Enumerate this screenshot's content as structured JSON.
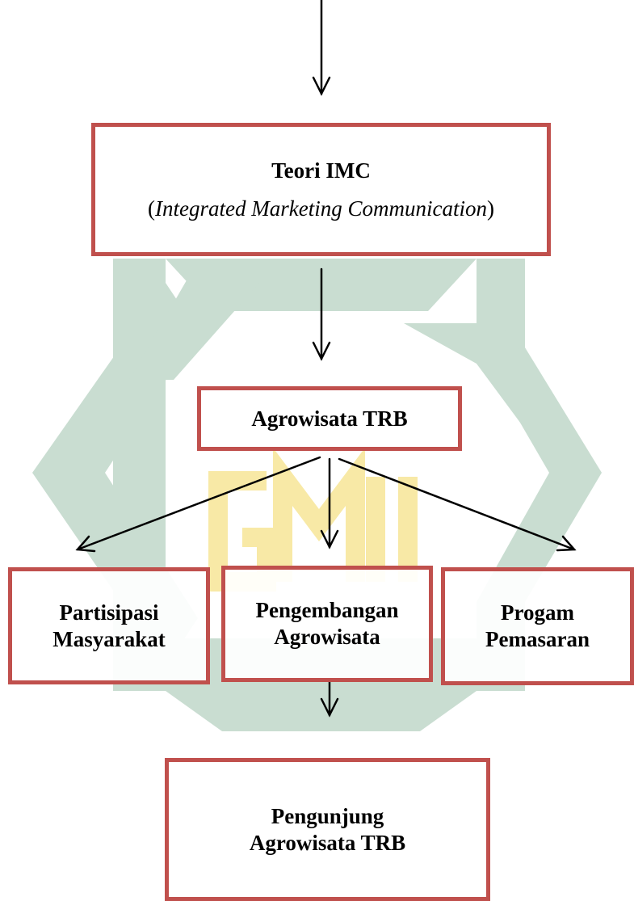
{
  "diagram": {
    "box_border_color": "#c0504d",
    "watermark_color": "#c9ddd1",
    "watermark_text_color": "#f8e9a6",
    "boxes": {
      "imc": {
        "title": "Teori IMC",
        "subtitle_open": "(",
        "subtitle_italic": "Integrated Marketing Communication",
        "subtitle_close": ")"
      },
      "trb": {
        "title": "Agrowisata TRB"
      },
      "partisipasi": {
        "line1": "Partisipasi",
        "line2": "Masyarakat"
      },
      "pengembangan": {
        "line1": "Pengembangan",
        "line2": "Agrowisata"
      },
      "progam": {
        "line1": "Progam",
        "line2": "Pemasaran"
      },
      "pengunjung": {
        "line1": "Pengunjung",
        "line2": "Agrowisata TRB"
      }
    }
  }
}
